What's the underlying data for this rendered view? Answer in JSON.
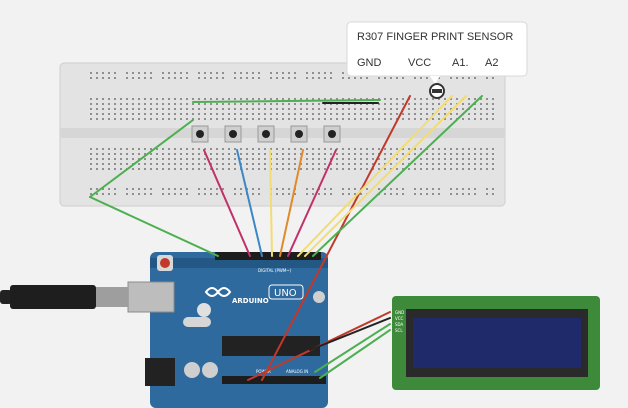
{
  "sensor": {
    "title": "R307 FINGER PRINT SENSOR",
    "pins": [
      "GND",
      "VCC",
      "A1.",
      "A2"
    ]
  },
  "arduino": {
    "brand": "ARDUINO",
    "model": "UNO",
    "digital_label": "DIGITAL (PWM~)",
    "power_label": "POWER",
    "analog_label": "ANALOG IN"
  },
  "lcd": {
    "pins": [
      "GND",
      "VCC",
      "SDA",
      "SCL"
    ]
  },
  "colors": {
    "breadboard": "#e6e6e6",
    "arduino": "#2f6a9e",
    "lcd_board": "#3d8a3a",
    "lcd_screen": "#1f2a6b",
    "wire_red": "#c0392b",
    "wire_green": "#4caf50",
    "wire_yellow": "#f2dc74",
    "wire_blue": "#3a87c8",
    "wire_orange": "#e08a2c",
    "wire_magenta": "#c2306a",
    "wire_black": "#222222"
  }
}
